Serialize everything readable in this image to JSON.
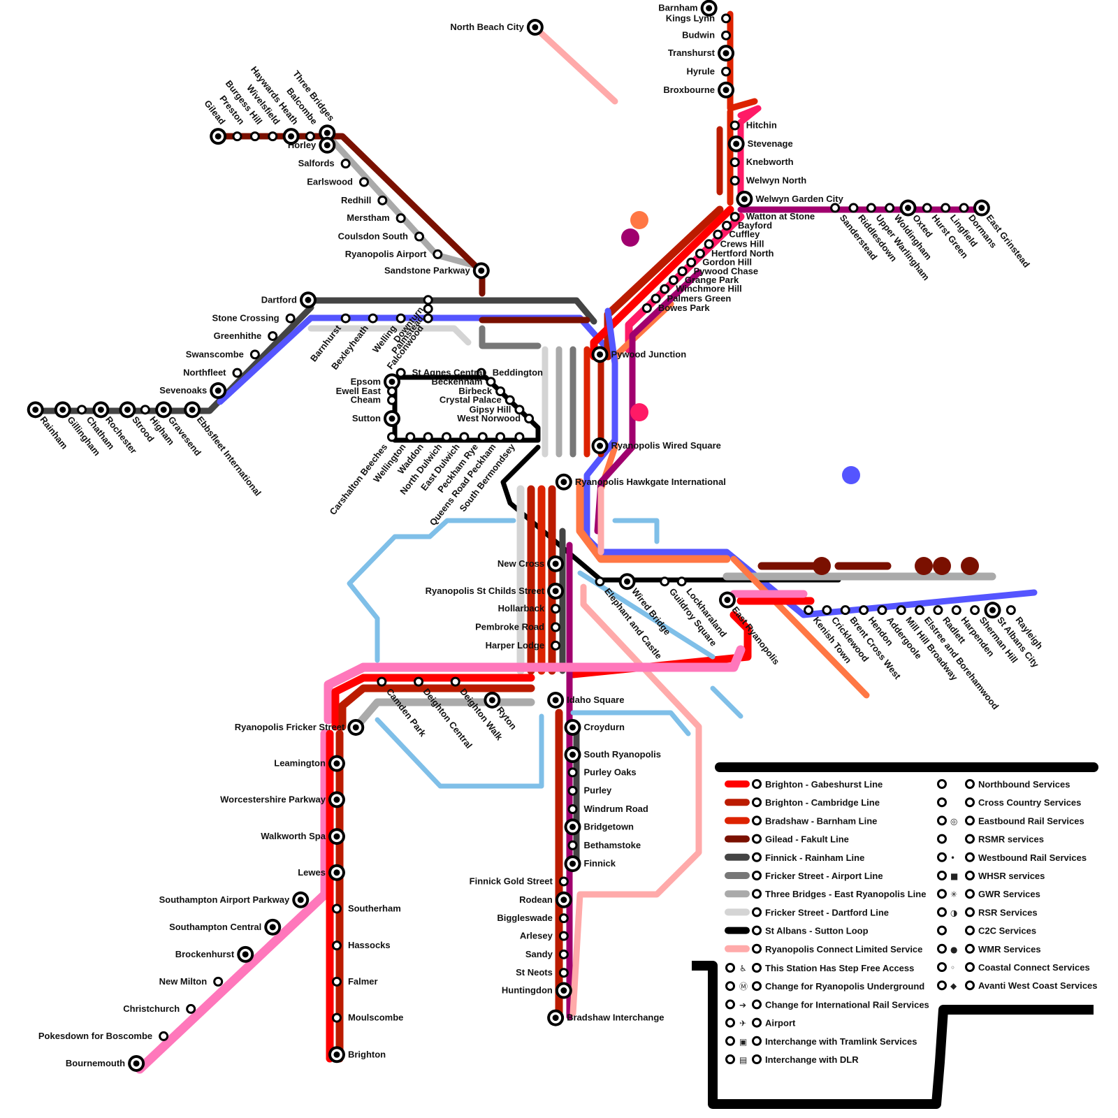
{
  "map": {
    "stations": [
      "Barnham",
      "Kings Lynn",
      "Budwin",
      "Transhurst",
      "Hyrule",
      "Broxbourne",
      "North Beach City",
      "Hitchin",
      "Stevenage",
      "Knebworth",
      "Welwyn North",
      "Welwyn Garden City",
      "Watton at Stone",
      "Bayford",
      "Cuffley",
      "Crews Hill",
      "Hertford North",
      "Gordon Hill",
      "Pywood Chase",
      "Grange Park",
      "Winchmore Hill",
      "Palmers Green",
      "Bowes Park",
      "Sanderstead",
      "Riddlesdown",
      "Upper Warlingham",
      "Woldingham",
      "Oxted",
      "Hurst Green",
      "Lingfield",
      "Dormans",
      "East Grinstead",
      "Three Bridges",
      "Balcombe",
      "Haywards Heath",
      "Wivelsfield",
      "Burgess Hill",
      "Preston",
      "Gilead",
      "Horley",
      "Salfords",
      "Earlswood",
      "Redhill",
      "Merstham",
      "Coulsdon South",
      "Ryanopolis Airport",
      "Sandstone Parkway",
      "Dartford",
      "Stone Crossing",
      "Greenhithe",
      "Swanscombe",
      "Northfleet",
      "Sevenoaks",
      "Rainham",
      "Gillingham",
      "Chatham",
      "Rochester",
      "Strood",
      "Higham",
      "Gravesend",
      "Ebbsfleet International",
      "Barnhurst",
      "Bexleyheath",
      "Welling",
      "Falconwood",
      "Downturn",
      "Palmstead",
      "Epsom",
      "Ewell East",
      "Cheam",
      "Sutton",
      "St Agnes Central",
      "Beddington",
      "Beckenham",
      "Birbeck",
      "Crystal Palace",
      "Gipsy Hill",
      "West Norwood",
      "Carshalton Beeches",
      "Wellington",
      "Waddon",
      "North Dulwich",
      "East Dulwich",
      "Peckham Rye",
      "Queens Road Peckham",
      "South Bermondsey",
      "Pywood Junction",
      "Ryanopolis Wired Square",
      "Ryanopolis Hawkgate International",
      "New Cross",
      "Ryanopolis St Childs Street",
      "Hollarback",
      "Pembroke Road",
      "Harper Lodge",
      "Elephant and Castle",
      "Wired Bridge",
      "Guildroy Square",
      "Lockharaland",
      "East Ryanopolis",
      "Kenish Town",
      "Cricklewood",
      "Brent Cross West",
      "Hendon",
      "Addergoole",
      "Mill Hill Broadway",
      "Elstree and Borehamwood",
      "Radlett",
      "Harpenden",
      "Sherman Hill",
      "St Albans City",
      "Rayleigh",
      "Camden Park",
      "Deighton Central",
      "Deighton Walk",
      "Ryton",
      "Idaho Square",
      "Croydurn",
      "South Ryanopolis",
      "Purley Oaks",
      "Purley",
      "Windrum Road",
      "Bridgetown",
      "Bethamstoke",
      "Finnick",
      "Finnick Gold Street",
      "Rodean",
      "Biggleswade",
      "Arlesey",
      "Sandy",
      "St Neots",
      "Huntingdon",
      "Bradshaw Interchange",
      "Ryanopolis Fricker Street",
      "Leamington",
      "Worcestershire Parkway",
      "Walkworth Spa",
      "Lewes",
      "Southampton Airport Parkway",
      "Southampton Central",
      "Brockenhurst",
      "New Milton",
      "Christchurch",
      "Pokesdown for Boscombe",
      "Bournemouth",
      "Southerham",
      "Hassocks",
      "Falmer",
      "Moulscombe",
      "Brighton"
    ],
    "legend_lines": [
      {
        "name": "Brighton - Gabeshurst Line",
        "color": "#ff0000"
      },
      {
        "name": "Brighton - Cambridge Line",
        "color": "#bb1b00"
      },
      {
        "name": "Bradshaw - Barnham Line",
        "color": "#dd2200"
      },
      {
        "name": "Gilead - Fakult Line",
        "color": "#7a1000"
      },
      {
        "name": "Finnick - Rainham Line",
        "color": "#444444"
      },
      {
        "name": "Fricker Street - Airport Line",
        "color": "#777777"
      },
      {
        "name": "Three Bridges - East Ryanopolis Line",
        "color": "#aaaaaa"
      },
      {
        "name": "Fricker Street - Dartford Line",
        "color": "#d4d4d4"
      },
      {
        "name": "St Albans - Sutton Loop",
        "color": "#000000"
      },
      {
        "name": "Ryanopolis Connect Limited Service",
        "color": "#ffaaaa"
      }
    ],
    "legend_features": [
      "This Station Has Step Free Access",
      "Change for Ryanopolis Underground",
      "Change for International Rail Services",
      "Airport",
      "Interchange with Tramlink Services",
      "Interchange with DLR"
    ],
    "legend_services": [
      "Northbound Services",
      "Cross Country Services",
      "Eastbound Rail Services",
      "RSMR services",
      "Westbound Rail Services",
      "WHSR services",
      "GWR Services",
      "RSR Services",
      "C2C Services",
      "WMR Services",
      "Coastal Connect Services",
      "Avanti West Coast Services"
    ],
    "colors": {
      "red": "#ff0000",
      "darkred": "#bb1b00",
      "orangered": "#dd2200",
      "maroon": "#7a1000",
      "darkgrey": "#444444",
      "midgrey": "#777777",
      "grey": "#aaaaaa",
      "lightgrey": "#d4d4d4",
      "black": "#000000",
      "lightpink": "#ffaaaa",
      "pink": "#ff77bb",
      "magenta": "#a0006e",
      "hotpink": "#ff1a66",
      "blue": "#5555ff",
      "skyblue": "#7fbfe8",
      "salmon": "#ff7744"
    }
  }
}
